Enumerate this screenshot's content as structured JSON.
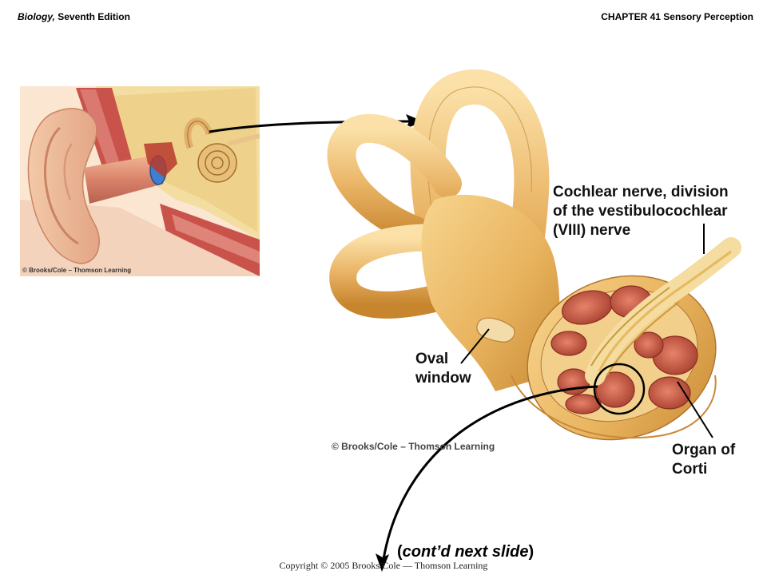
{
  "header": {
    "book_title": "Biology,",
    "edition": "Seventh Edition",
    "chapter": "CHAPTER 41 Sensory Perception"
  },
  "labels": {
    "cochlear_nerve": [
      "Cochlear nerve, division",
      "of the vestibulocochlear",
      "(VIII) nerve"
    ],
    "oval_window": [
      "Oval",
      "window"
    ],
    "organ_of_corti": [
      "Organ of",
      "Corti"
    ]
  },
  "credits": {
    "small": "© Brooks/Cole – Thomson Learning",
    "large": "© Brooks/Cole – Thomson Learning"
  },
  "footer": {
    "contd_open": "(",
    "contd_italic": "cont’d next slide",
    "contd_close": ")",
    "copyright": "Copyright © 2005 Brooks/Cole — Thomson Learning"
  }
}
